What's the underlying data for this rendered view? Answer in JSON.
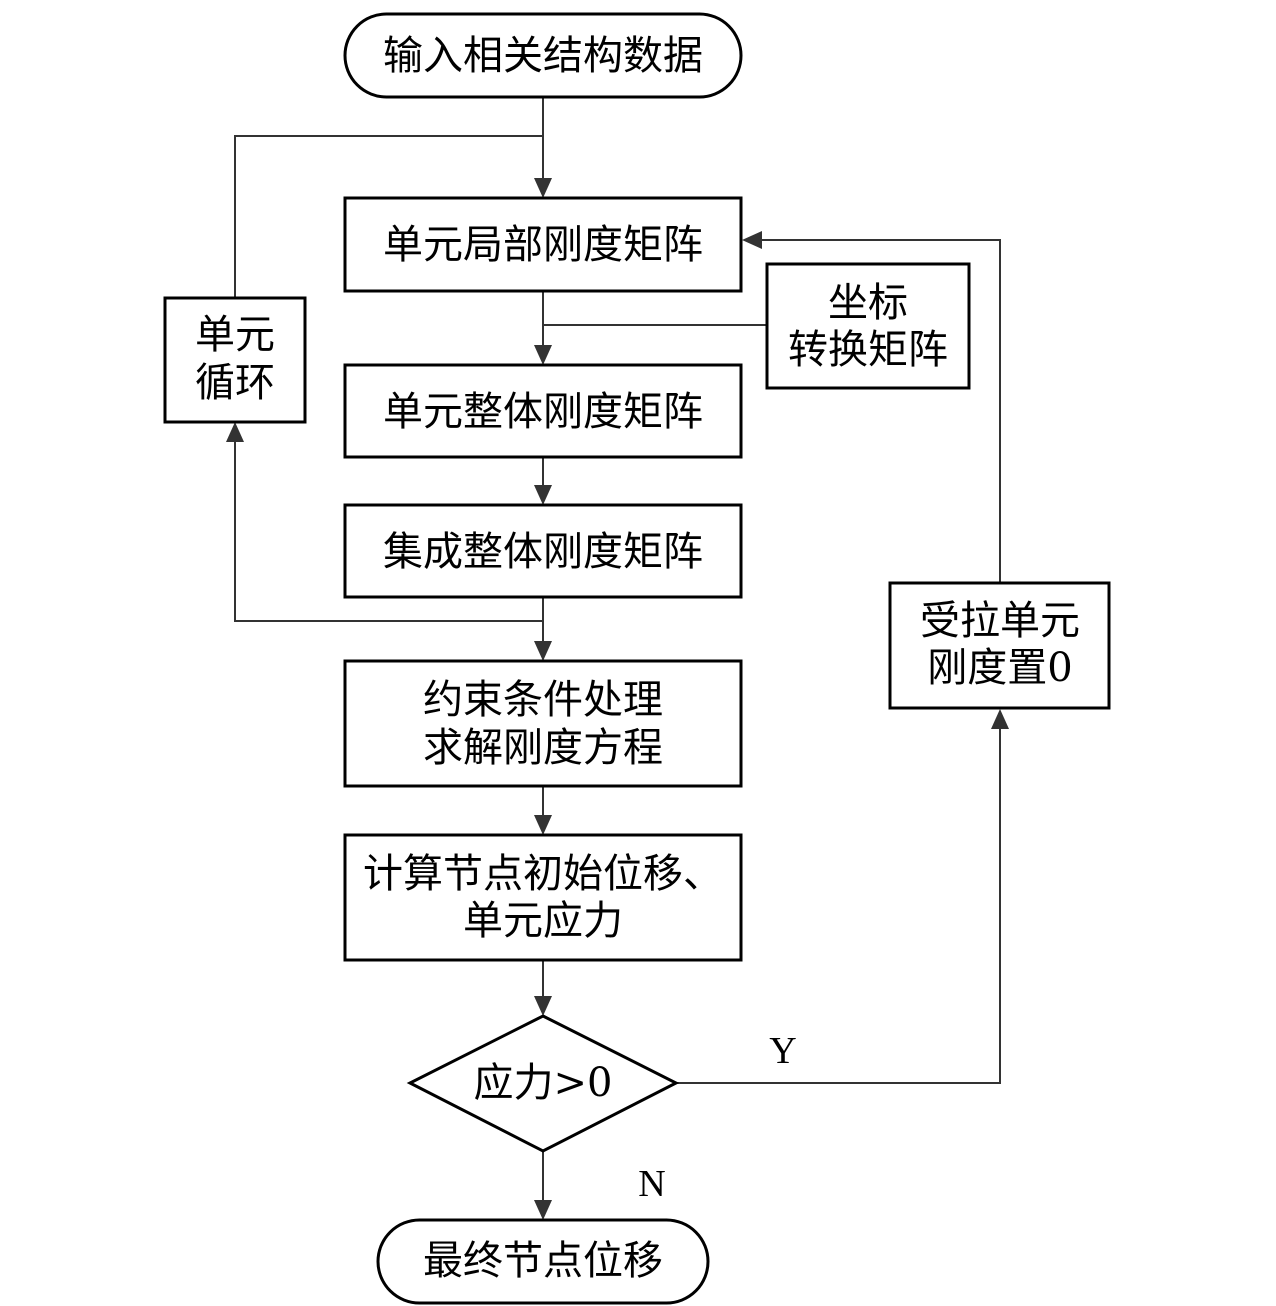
{
  "nodes": {
    "start": {
      "lines": [
        "输入相关结构数据"
      ]
    },
    "local_stiffness": {
      "lines": [
        "单元局部刚度矩阵"
      ]
    },
    "coord_transform": {
      "lines": [
        "坐标",
        "转换矩阵"
      ]
    },
    "global_element_stiffness": {
      "lines": [
        "单元整体刚度矩阵"
      ]
    },
    "assemble_stiffness": {
      "lines": [
        "集成整体刚度矩阵"
      ]
    },
    "element_loop": {
      "lines": [
        "单元",
        "循环"
      ]
    },
    "constraints": {
      "lines": [
        "约束条件处理",
        "求解刚度方程"
      ]
    },
    "compute": {
      "lines": [
        "计算节点初始位移、",
        "单元应力"
      ]
    },
    "decision": {
      "lines": [
        "应力>0"
      ]
    },
    "tension_zero": {
      "lines": [
        "受拉单元",
        "刚度置0"
      ]
    },
    "end": {
      "lines": [
        "最终节点位移"
      ]
    }
  },
  "edge_labels": {
    "yes": "Y",
    "no": "N"
  }
}
